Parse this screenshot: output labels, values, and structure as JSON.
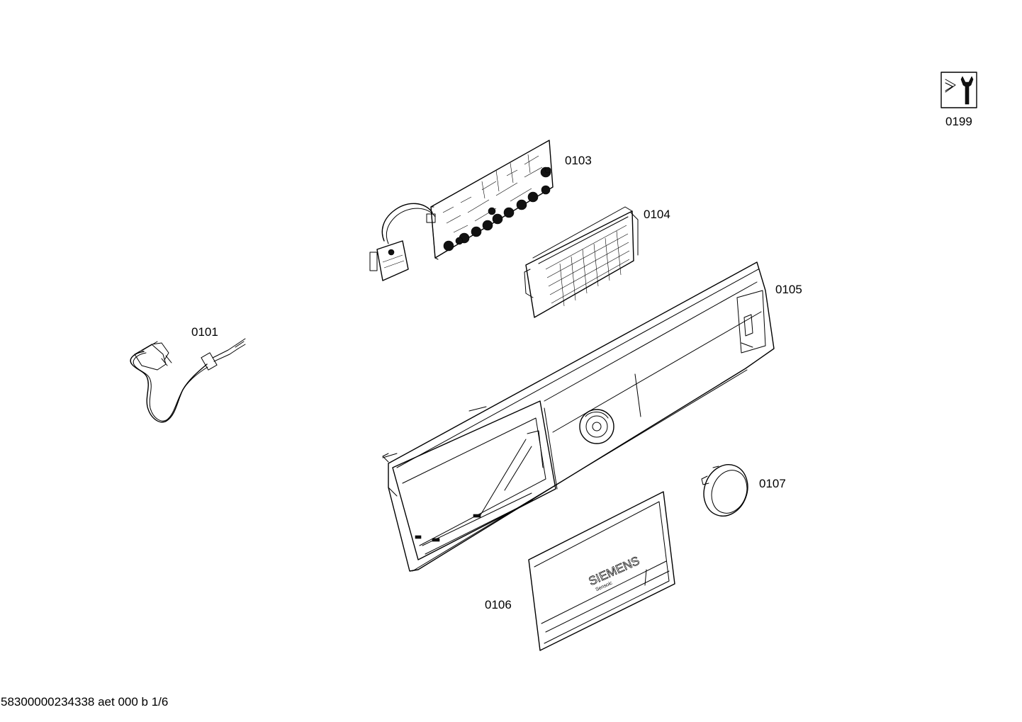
{
  "parts": {
    "p0101": "0101",
    "p0103": "0103",
    "p0104": "0104",
    "p0105": "0105",
    "p0106": "0106",
    "p0107": "0107",
    "p0199": "0199"
  },
  "cover_brand": "SIEMENS",
  "cover_subbrand": "Sensoic",
  "footer_text": "58300000234338 aet 000 b 1/6",
  "icon_service": "service-wrench-icon"
}
